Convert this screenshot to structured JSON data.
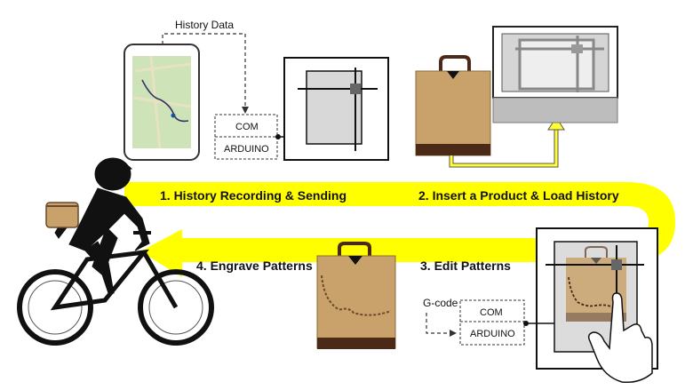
{
  "labels": {
    "history_data": "History Data",
    "g_code": "G-code"
  },
  "boxes": {
    "com": "COM",
    "arduino": "ARDUINO"
  },
  "steps": [
    {
      "label": "1. History Recording & Sending"
    },
    {
      "label": "2. Insert a Product & Load History"
    },
    {
      "label": "3. Edit Patterns"
    },
    {
      "label": "4. Engrave Patterns"
    }
  ],
  "colors": {
    "flow": "#ffff00",
    "leather": "#c9a26b",
    "leather_dark": "#4a2a17",
    "map_green": "#cfe3b8",
    "machine_gray": "#bdbdbd"
  },
  "icons": [
    "tablet-map-icon",
    "cyclist-icon",
    "bag-icon",
    "engraver-icon",
    "hand-icon"
  ]
}
